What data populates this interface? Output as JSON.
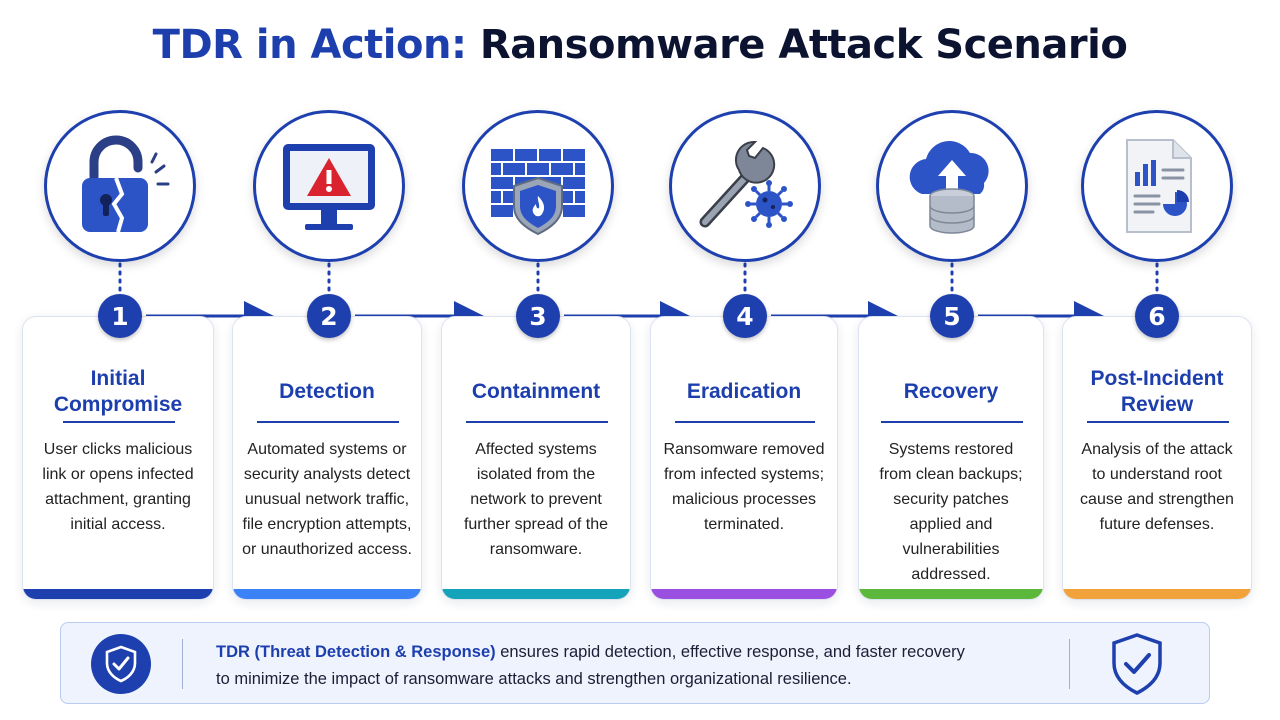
{
  "title": {
    "accent": "TDR in Action:",
    "rest": "Ransomware Attack Scenario"
  },
  "colors": {
    "primary": "#1e40af",
    "title_dark": "#0b1330"
  },
  "steps": [
    {
      "number": "1",
      "title": "Initial Compromise",
      "icon": "broken-padlock-icon",
      "bar_color": "#1e40af",
      "description": "User clicks malicious link or opens infected attachment, granting initial access."
    },
    {
      "number": "2",
      "title": "Detection",
      "icon": "monitor-warning-icon",
      "bar_color": "#3b82f6",
      "description": "Automated systems or security analysts detect unusual network traffic, file encryption attempts, or unauthorized access."
    },
    {
      "number": "3",
      "title": "Containment",
      "icon": "firewall-shield-icon",
      "bar_color": "#14a3b8",
      "description": "Affected systems isolated from the network to prevent further spread of the ransomware."
    },
    {
      "number": "4",
      "title": "Eradication",
      "icon": "wrench-virus-icon",
      "bar_color": "#9b4fe0",
      "description": "Ransomware removed from infected systems; malicious processes terminated."
    },
    {
      "number": "5",
      "title": "Recovery",
      "icon": "cloud-database-icon",
      "bar_color": "#5cb83a",
      "description": "Systems restored from clean backups; security patches applied and vulnerabilities addressed."
    },
    {
      "number": "6",
      "title": "Post-Incident Review",
      "icon": "report-document-icon",
      "bar_color": "#f2a23a",
      "description": "Analysis of the attack to understand root cause and strengthen future defenses."
    }
  ],
  "summary": {
    "strong": "TDR (Threat Detection & Response)",
    "line1": " ensures rapid detection, effective response, and faster recovery",
    "line2": "to minimize the impact of ransomware attacks and strengthen organizational resilience.",
    "icon_left": "shield-check-icon",
    "icon_right": "shield-check-outline-icon"
  }
}
